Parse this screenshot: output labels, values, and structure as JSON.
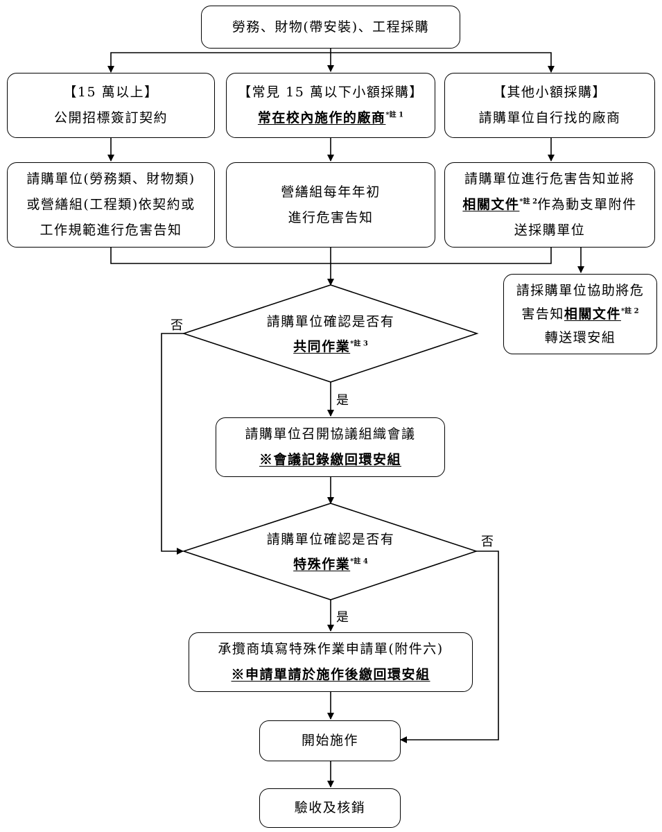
{
  "nodes": {
    "top": "勞務、財物(帶安裝)、工程採購",
    "left": {
      "line1": "【15 萬以上】",
      "line2": "公開招標簽訂契約"
    },
    "mid": {
      "line1": "【常見 15 萬以下小額採購】",
      "line2": "常在校內施作的廠商",
      "note": "*註 1"
    },
    "right": {
      "line1": "【其他小額採購】",
      "line2": "請購單位自行找的廠商"
    },
    "left2": {
      "line1": "請購單位(勞務類、財物類)",
      "line2": "或營繕組(工程類)依契約或",
      "line3": "工作規範進行危害告知"
    },
    "mid2": {
      "line1": "營繕組每年年初",
      "line2": "進行危害告知"
    },
    "right2": {
      "line1": "請購單位進行危害告知並將",
      "line2_bold": "相關文件",
      "line2_note": "*註 2",
      "line2_rest": "作為動支單附件",
      "line3": "送採購單位"
    },
    "right3": {
      "line1": "請採購單位協助將危",
      "line2_pre": "害告知",
      "line2_bold": "相關文件",
      "line2_note": "*註 2",
      "line3": "轉送環安組"
    },
    "decision1": {
      "line1": "請購單位確認是否有",
      "line2": "共同作業",
      "note": "*註 3"
    },
    "meeting": {
      "line1": "請購單位召開協議組織會議",
      "line2": "※會議記錄繳回環安組"
    },
    "decision2": {
      "line1": "請購單位確認是否有",
      "line2": "特殊作業",
      "note": "*註 4"
    },
    "contractor": {
      "line1": "承攬商填寫特殊作業申請單(附件六)",
      "line2": "※申請單請於施作後繳回環安組"
    },
    "start": "開始施作",
    "end": "驗收及核銷"
  },
  "labels": {
    "yes": "是",
    "no": "否"
  }
}
